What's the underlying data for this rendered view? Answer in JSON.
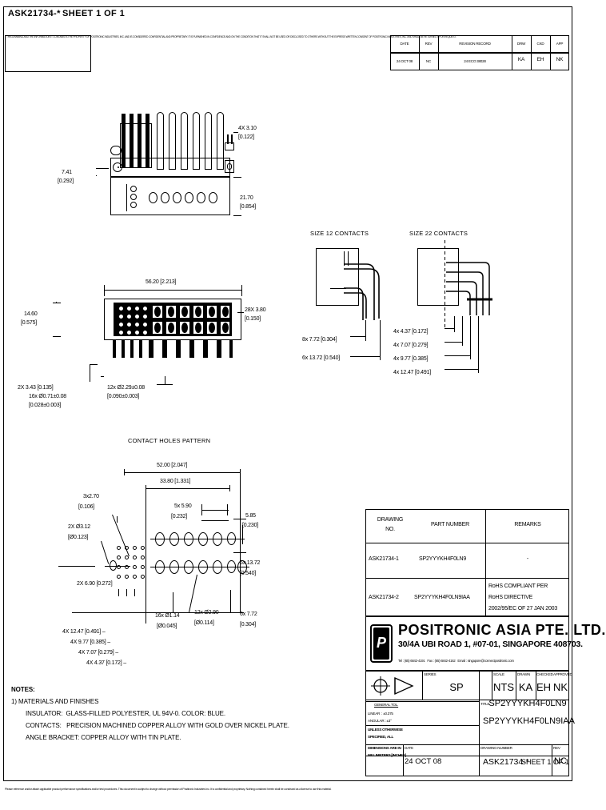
{
  "header": {
    "drawing_id": "ASK21734-*",
    "sheet": "SHEET 1 OF 1"
  },
  "proprietary_note": "THIS DRAWING AND THE INFORMATION IT CONTAINS IS THE PROPERTY OF POSITRONIC INDUSTRIES, INC. AND IS CONSIDERED CONFIDENTIAL AND PROPRIETARY. IT IS FURNISHED IN CONFIDENCE AND ON THE CONDITION THAT IT SHALL NOT BE USED OR DISCLOSED TO OTHERS WITHOUT THE EXPRESS WRITTEN CONSENT OF POSITRONIC INDUSTRIES, INC. AND SHALL BE RETURNED UPON REQUEST.",
  "revision_table": {
    "columns": [
      "DATE",
      "REV",
      "REVISION RECORD",
      "DRW",
      "CKD",
      "APP"
    ],
    "rows": [
      [
        "24 OCT 08",
        "NC",
        "24 ECO 38028",
        "KA",
        "EH",
        "NK"
      ]
    ]
  },
  "views": {
    "size12_title": "SIZE 12 CONTACTS",
    "size22_title": "SIZE 22 CONTACTS",
    "pattern_title": "CONTACT HOLES PATTERN"
  },
  "dimensions": {
    "top_view": {
      "d1": "7.41",
      "d1b": "[0.292]",
      "d2": "4X 3.10",
      "d2b": "[0.122]",
      "d3": "21.70",
      "d3b": "[0.854]"
    },
    "front_view": {
      "width": "56.20 [2.213]",
      "height1": "14.60",
      "height2": "[0.575]",
      "pitch": "28X 3.80",
      "pitch_b": "[0.150]",
      "hole1": "2X 3.43 [0.135]",
      "hole2": "16x Ø0.71±0.08",
      "hole2b": "[0.028±0.003]",
      "hole3": "12x Ø2.29±0.08",
      "hole3b": "[0.090±0.003]"
    },
    "size12": {
      "a": "8x 7.72 [0.304]",
      "b": "6x 13.72 [0.540]"
    },
    "size22": {
      "a": "4x 4.37 [0.172]",
      "b": "4x 7.07 [0.279]",
      "c": "4x 9.77 [0.385]",
      "d": "4x 12.47 [0.491]"
    },
    "pattern": {
      "overall": "52.00 [2.047]",
      "inner": "33.80 [1.331]",
      "p1": "3x2.70",
      "p1b": "[0.106]",
      "p2": "2X Ø3.12",
      "p2b": "[Ø0.123]",
      "p3": "2X 6.90 [0.272]",
      "p4": "5x 5.90",
      "p4b": "[0.232]",
      "p5": "5.85",
      "p5b": "[0.230]",
      "p6": "6x 13.72",
      "p6b": "[0.540]",
      "p7": "6x 7.72",
      "p7b": "[0.304]",
      "p8": "16x Ø1.14",
      "p8b": "[Ø0.045]",
      "p9": "12x Ø2.90",
      "p9b": "[Ø0.114]",
      "p10": "4X 12.47 [0.491] –",
      "p11": "4X 9.77 [0.385] –",
      "p12": "4X 7.07 [0.279] –",
      "p13": "4X 4.37 [0.172] –"
    }
  },
  "drawing_table": {
    "columns": [
      "DRAWING NO.",
      "PART NUMBER",
      "REMARKS"
    ],
    "col1_line1": "DRAWING",
    "col1_line2": "NO.",
    "rows": [
      {
        "drawing_no": "ASK21734-1",
        "part_number": "SP2YYYKH4F0LN9",
        "remarks": "-"
      },
      {
        "drawing_no": "ASK21734-2",
        "part_number": "SP2YYYKH4F0LN9IAA",
        "remarks_line1": "RoHS COMPLIANT PER",
        "remarks_line2": "RoHS DIRECTIVE",
        "remarks_line3": "2002/95/EC OF 27 JAN 2003"
      }
    ]
  },
  "company": {
    "name": "POSITRONIC ASIA PTE. LTD.",
    "address": "30/4A UBI ROAD 1, #07-01, SINGAPORE 408703.",
    "contact": "Tel : (65) 6842-4191   Fax : (65) 6842-4162   Email : singapore@connectpositronic.com",
    "logo_letter": "P"
  },
  "title_block": {
    "series_label": "SERIES",
    "series_value": "SP",
    "scale_label": "SCALE",
    "scale_value": "NTS",
    "drawn_label": "DRAWN",
    "drawn_value": "KA",
    "checked_label": "CHECKED",
    "checked_value": "EH",
    "approved_label": "APPROVED",
    "approved_value": "NK",
    "general_tol_label": "GENERAL TOL.",
    "linear_tol": "LINEAR  : ±0.375",
    "angular_tol": "ANGULAR : ±3°",
    "unless_line1": "UNLESS OTHERWISE",
    "unless_line2": "SPECIFIED, ALL",
    "unless_line3": "DIMENSIONS ARE IN",
    "unless_line4": "MILLIMETERS [INCHES]",
    "title_label": "TITLE",
    "title_line1": "SP2YYYKH4F0LN9",
    "title_line2": "SP2YYYKH4F0LN9IAA",
    "date_label": "DATE",
    "date_value": "24 OCT 08",
    "dwg_no_label": "DRAWING NUMBER",
    "dwg_no_value": "ASK21734-*",
    "sheet_value": "SHEET 1 OF 1",
    "rev_label": "REV",
    "rev_value": "NC"
  },
  "notes": {
    "heading": "NOTES:",
    "items": [
      "1) MATERIALS AND FINISHES",
      "INSULATOR:  GLASS-FILLED POLYESTER, UL 94V-0. COLOR: BLUE.",
      "CONTACTS:   PRECISION MACHINED COPPER ALLOY WITH GOLD OVER NICKEL PLATE.",
      "ANGLE BRACKET: COPPER ALLOY WITH TIN PLATE."
    ]
  },
  "footer": "Please reference and/or attach applicable product performance specifications and/or test procedures. This document is subject to change without permission of Positronic Industries Inc. It is confidential and proprietary. Nothing contained herein shall be construed as a license to use this material."
}
